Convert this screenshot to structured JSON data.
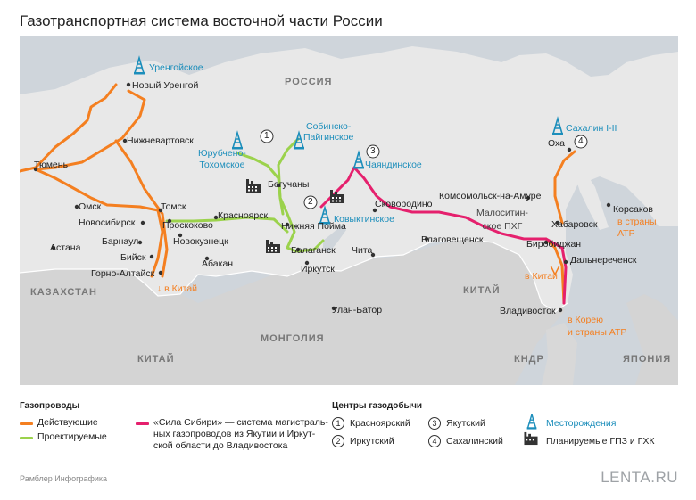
{
  "title": "Газотранспортная система восточной части России",
  "colors": {
    "land_russia": "#e8e8e8",
    "land_other": "#d3d3d3",
    "sea": "#cfd5db",
    "existing": "#f47f20",
    "planned": "#9bd24c",
    "sila_sibiri": "#e5206d",
    "field_blue": "#1c8ebb",
    "export_orange": "#f47f20"
  },
  "countries": {
    "russia": "РОССИЯ",
    "kazakhstan": "КАЗАХСТАН",
    "mongolia": "МОНГОЛИЯ",
    "china_west": "КИТАЙ",
    "china_east": "КИТАЙ",
    "kndr": "КНДР",
    "japan": "ЯПОНИЯ"
  },
  "fields": {
    "urengoy": "Уренгойское",
    "sobinsko": "Собинско-\nПайгинское",
    "yurubcheno": "Юрубчено-\nТохомское",
    "chayanda": "Чаяндинское",
    "kovykta": "Ковыктинское",
    "sakhalin": "Сахалин I-II"
  },
  "cities": {
    "novy_urengoy": "Новый Уренгой",
    "nizhnevartovsk": "Нижневартовск",
    "tyumen": "Тюмень",
    "omsk": "Омск",
    "novosibirsk": "Новосибирск",
    "tomsk": "Томск",
    "barnaul": "Барнаул",
    "biysk": "Бийск",
    "gorno_altaysk": "Горно-Алтайск",
    "astana": "Астана",
    "proskokovo": "Проскоково",
    "novokuznetsk": "Новокузнецк",
    "krasnoyarsk": "Красноярск",
    "abakan": "Абакан",
    "boguchany": "Богучаны",
    "nizhnyaya_poyma": "Нижняя Пойма",
    "balagansk": "Балаганск",
    "irkutsk": "Иркутск",
    "chita": "Чита",
    "ulan_bator": "Улан-Батор",
    "skovorodino": "Сковородино",
    "blagoveshchensk": "Благовещенск",
    "komsomolsk": "Комсомольск-на-Амуре",
    "malositinskoe": "Малоситин-\nское ПХГ",
    "khabarovsk": "Хабаровск",
    "birobidzhan": "Биробиджан",
    "dalnerechensk": "Дальнереченск",
    "vladivostok": "Владивосток",
    "okha": "Оха",
    "korsakov": "Корсаков"
  },
  "exports": {
    "china_west": "↓ в Китай",
    "china_east": "в Китай",
    "korea": "в Корею\nи страны АТР",
    "korsakov": "в страны\nАТР"
  },
  "markers": {
    "m1": "1",
    "m2": "2",
    "m3": "3",
    "m4": "4"
  },
  "legend": {
    "pipelines_title": "Газопроводы",
    "existing": "Действующие",
    "planned": "Проектируемые",
    "sila_desc": "«Сила Сибири» — система магистраль-\nных газопроводов из Якутии и Иркут-\nской области до Владивостока",
    "centers_title": "Центры газодобычи",
    "c1_num": "1",
    "c1": "Красноярский",
    "c2_num": "2",
    "c2": "Иркутский",
    "c3_num": "3",
    "c3": "Якутский",
    "c4_num": "4",
    "c4": "Сахалинский",
    "fields": "Месторождения",
    "plants": "Планируемые ГПЗ и ГХК",
    "credit": "Рамблер Инфографика",
    "brand": "LENTA.RU"
  }
}
